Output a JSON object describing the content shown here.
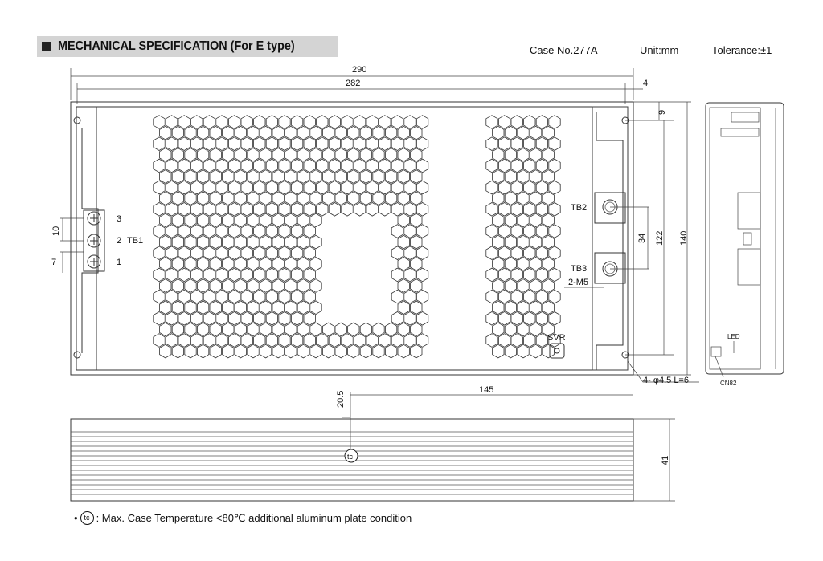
{
  "header": {
    "title": "MECHANICAL SPECIFICATION (For E type)",
    "case_no": "Case No.277A",
    "unit": "Unit:mm",
    "tolerance": "Tolerance:±1"
  },
  "dimensions": {
    "overall_length": "290",
    "hole_spacing": "282",
    "hole_offset": "4",
    "hole_edge": "9",
    "overall_width": "140",
    "hole_width": "122",
    "tb_spacing": "34",
    "tb1_pitch": "10",
    "tb1_offset": "7",
    "tc_x": "145",
    "tc_y": "20.5",
    "height": "41"
  },
  "labels": {
    "tb1": "TB1",
    "tb1_pins": [
      "3",
      "2",
      "1"
    ],
    "tb2": "TB2",
    "tb3": "TB3",
    "tb_screw": "2-M5",
    "svr": "SVR",
    "mount_holes": "4- φ4.5 L=6",
    "led": "LED",
    "cn82": "CN82",
    "tc_mark": "tc"
  },
  "footnote": {
    "bullet": "•",
    "mark": "tc",
    "text": ": Max. Case Temperature <80℃ additional aluminum plate condition"
  }
}
